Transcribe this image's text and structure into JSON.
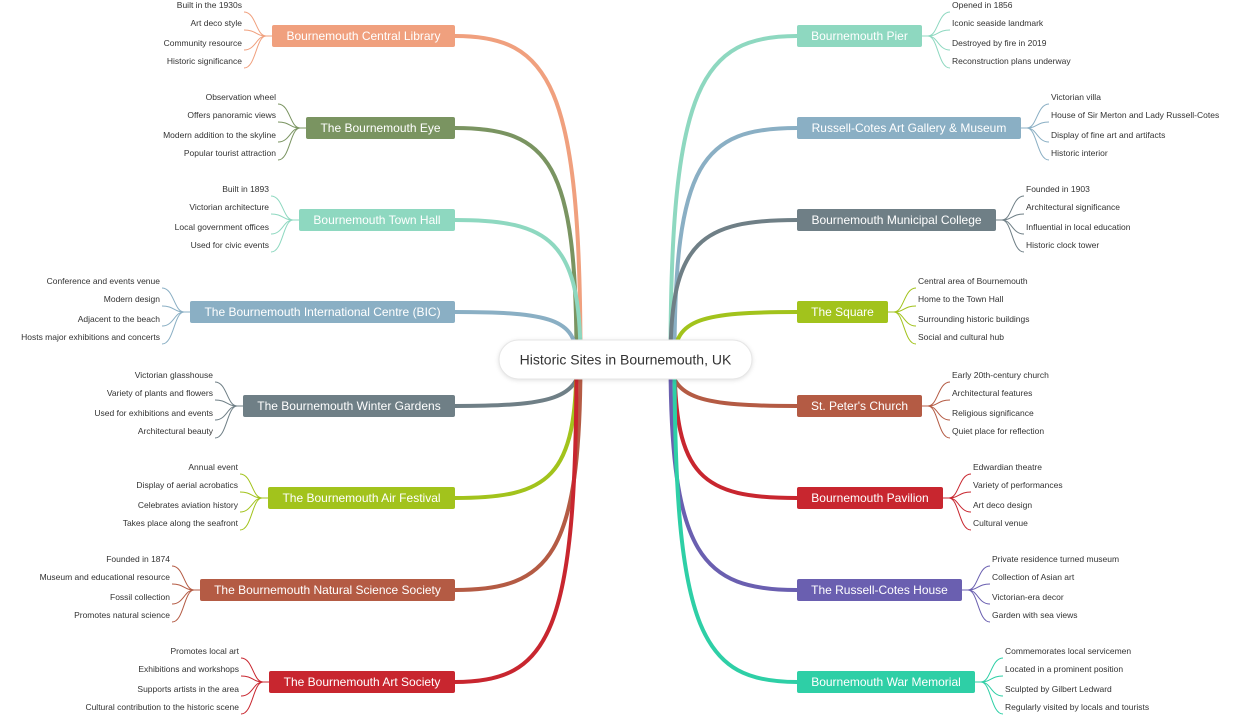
{
  "root": {
    "label": "Historic Sites in Bournemouth, UK"
  },
  "left_branches": [
    {
      "label": "Bournemouth Central Library",
      "color": "#f0a07e",
      "items": [
        "Built in the 1930s",
        "Art deco style",
        "Community resource",
        "Historic significance"
      ]
    },
    {
      "label": "The Bournemouth Eye",
      "color": "#7a9461",
      "items": [
        "Observation wheel",
        "Offers panoramic views",
        "Modern addition to the skyline",
        "Popular tourist attraction"
      ]
    },
    {
      "label": "Bournemouth Town Hall",
      "color": "#8ed8c0",
      "items": [
        "Built in 1893",
        "Victorian architecture",
        "Local government offices",
        "Used for civic events"
      ]
    },
    {
      "label": "The Bournemouth International Centre (BIC)",
      "color": "#8aafc4",
      "items": [
        "Conference and events venue",
        "Modern design",
        "Adjacent to the beach",
        "Hosts major exhibitions and concerts"
      ]
    },
    {
      "label": "The Bournemouth Winter Gardens",
      "color": "#6f7f86",
      "items": [
        "Victorian glasshouse",
        "Variety of plants and flowers",
        "Used for exhibitions and events",
        "Architectural beauty"
      ]
    },
    {
      "label": "The Bournemouth Air Festival",
      "color": "#a2c31c",
      "items": [
        "Annual event",
        "Display of aerial acrobatics",
        "Celebrates aviation history",
        "Takes place along the seafront"
      ]
    },
    {
      "label": "The Bournemouth Natural Science Society",
      "color": "#b45b44",
      "items": [
        "Founded in 1874",
        "Museum and educational resource",
        "Fossil collection",
        "Promotes natural science"
      ]
    },
    {
      "label": "The Bournemouth Art Society",
      "color": "#c8262f",
      "items": [
        "Promotes local art",
        "Exhibitions and workshops",
        "Supports artists in the area",
        "Cultural contribution to the historic scene"
      ]
    }
  ],
  "right_branches": [
    {
      "label": "Bournemouth Pier",
      "color": "#8ed8c0",
      "items": [
        "Opened in 1856",
        "Iconic seaside landmark",
        "Destroyed by fire in 2019",
        "Reconstruction plans underway"
      ]
    },
    {
      "label": "Russell-Cotes Art Gallery & Museum",
      "color": "#8aafc4",
      "items": [
        "Victorian villa",
        "House of Sir Merton and Lady Russell-Cotes",
        "Display of fine art and artifacts",
        "Historic interior"
      ]
    },
    {
      "label": "Bournemouth Municipal College",
      "color": "#6f7f86",
      "items": [
        "Founded in 1903",
        "Architectural significance",
        "Influential in local education",
        "Historic clock tower"
      ]
    },
    {
      "label": "The Square",
      "color": "#a2c31c",
      "items": [
        "Central area of Bournemouth",
        "Home to the Town Hall",
        "Surrounding historic buildings",
        "Social and cultural hub"
      ]
    },
    {
      "label": "St. Peter's Church",
      "color": "#b45b44",
      "items": [
        "Early 20th-century church",
        "Architectural features",
        "Religious significance",
        "Quiet place for reflection"
      ]
    },
    {
      "label": "Bournemouth Pavilion",
      "color": "#c8262f",
      "items": [
        "Edwardian theatre",
        "Variety of performances",
        "Art deco design",
        "Cultural venue"
      ]
    },
    {
      "label": "The Russell-Cotes House",
      "color": "#6a5fb0",
      "items": [
        "Private residence turned museum",
        "Collection of Asian art",
        "Victorian-era decor",
        "Garden with sea views"
      ]
    },
    {
      "label": "Bournemouth War Memorial",
      "color": "#2ecfa6",
      "items": [
        "Commemorates local servicemen",
        "Located in a prominent position",
        "Sculpted by Gilbert Ledward",
        "Regularly visited by locals and tourists"
      ]
    }
  ]
}
